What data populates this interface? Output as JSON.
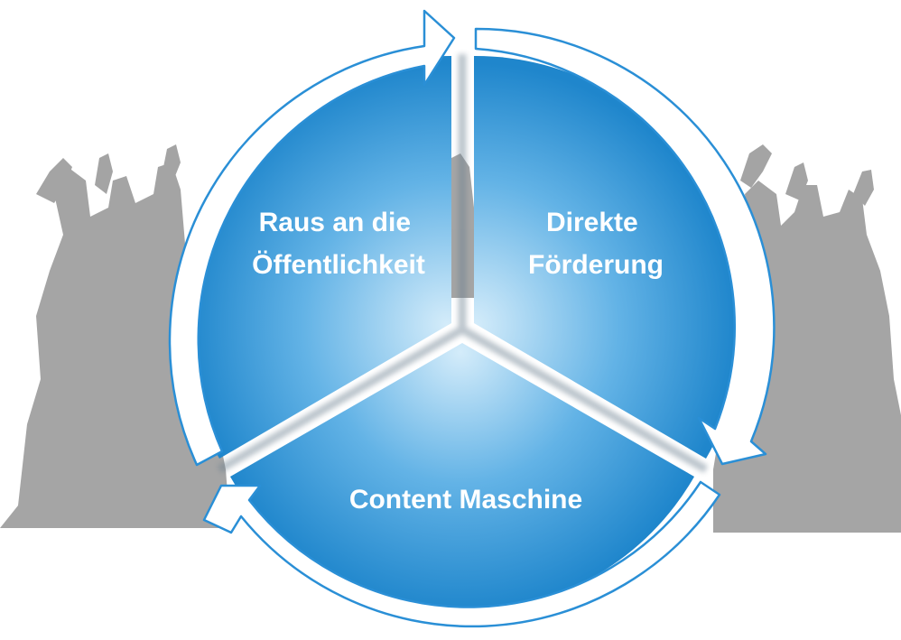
{
  "diagram": {
    "segments": [
      {
        "id": "top-left",
        "lines": [
          "Raus an die",
          "Öffentlichkeit"
        ]
      },
      {
        "id": "top-right",
        "lines": [
          "Direkte",
          "Förderung"
        ]
      },
      {
        "id": "bottom",
        "lines": [
          "Content Maschine"
        ]
      }
    ]
  },
  "colors": {
    "segment_dark": "#1f86cc",
    "segment_light": "#d4ecfa",
    "arrow_stroke": "#2a8fd6",
    "arrow_fill": "#ffffff",
    "crowd": "#9b9b9b",
    "background": "#ffffff"
  }
}
